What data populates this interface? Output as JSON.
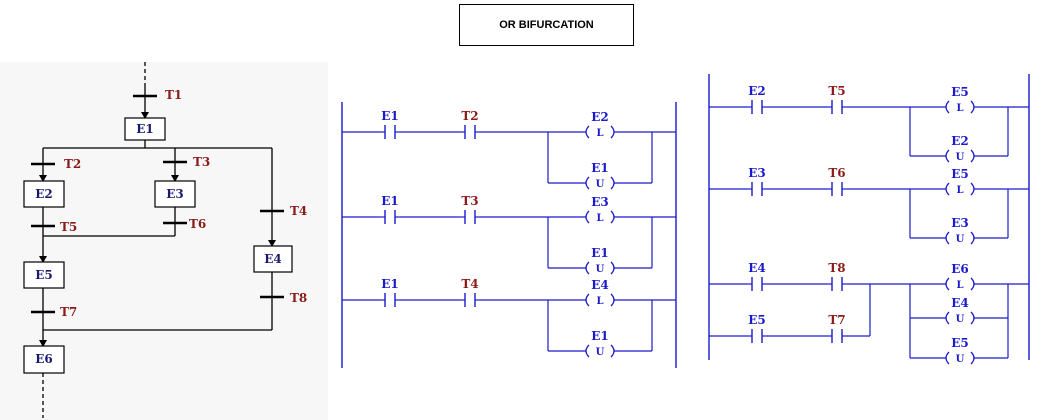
{
  "title": "OR BIFURCATION",
  "colors": {
    "ladder": "#1a1acc",
    "transition": "#8b1a1a",
    "step_text": "#1a1a6e",
    "line": "#000000"
  },
  "grafcet": {
    "steps": [
      "E1",
      "E2",
      "E3",
      "E4",
      "E5",
      "E6"
    ],
    "transitions": [
      "T1",
      "T2",
      "T3",
      "T4",
      "T5",
      "T6",
      "T7",
      "T8"
    ]
  },
  "ladder_left": {
    "rungs": [
      {
        "contacts": [
          "E1",
          "T2"
        ],
        "coils": [
          {
            "name": "E2",
            "type": "L"
          },
          {
            "name": "E1",
            "type": "U"
          }
        ]
      },
      {
        "contacts": [
          "E1",
          "T3"
        ],
        "coils": [
          {
            "name": "E3",
            "type": "L"
          },
          {
            "name": "E1",
            "type": "U"
          }
        ]
      },
      {
        "contacts": [
          "E1",
          "T4"
        ],
        "coils": [
          {
            "name": "E4",
            "type": "L"
          },
          {
            "name": "E1",
            "type": "U"
          }
        ]
      }
    ]
  },
  "ladder_right": {
    "rungs": [
      {
        "contacts": [
          "E2",
          "T5"
        ],
        "coils": [
          {
            "name": "E5",
            "type": "L"
          },
          {
            "name": "E2",
            "type": "U"
          }
        ]
      },
      {
        "contacts": [
          "E3",
          "T6"
        ],
        "coils": [
          {
            "name": "E5",
            "type": "L"
          },
          {
            "name": "E3",
            "type": "U"
          }
        ]
      },
      {
        "contacts": [
          "E4",
          "T8"
        ],
        "parallel_contacts": [
          "E5",
          "T7"
        ],
        "coils": [
          {
            "name": "E6",
            "type": "L"
          },
          {
            "name": "E4",
            "type": "U"
          },
          {
            "name": "E5",
            "type": "U"
          }
        ]
      }
    ]
  },
  "coil_symbols": {
    "L": "L",
    "U": "U"
  }
}
